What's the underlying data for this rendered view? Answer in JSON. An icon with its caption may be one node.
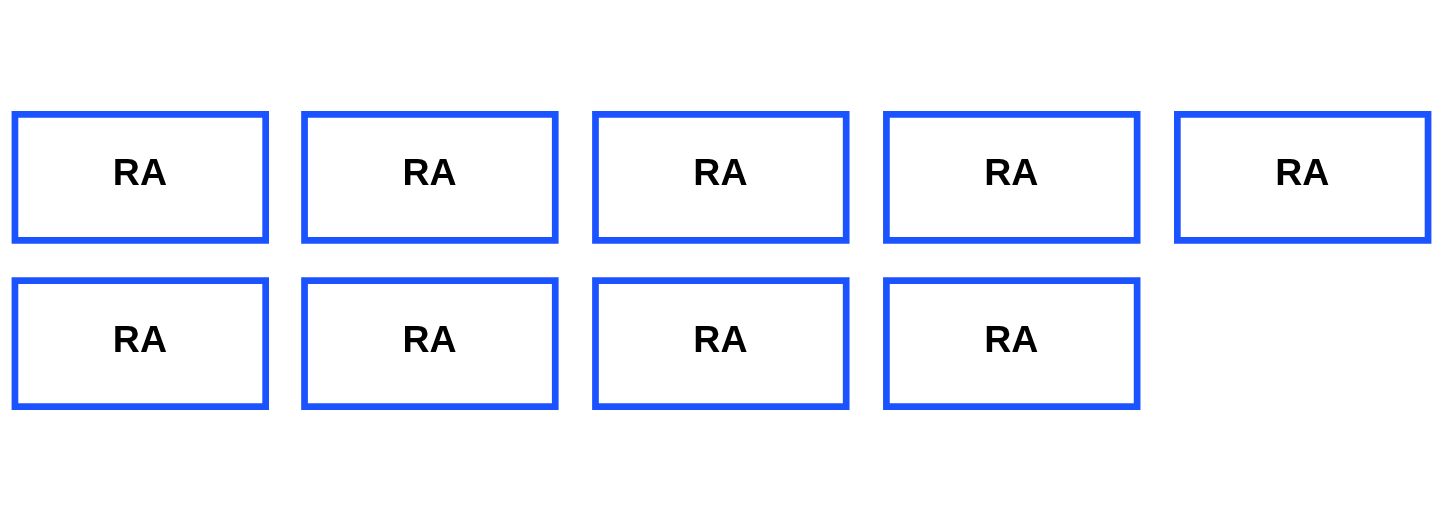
{
  "diagram": {
    "nodes": [
      {
        "text": [
          "RA"
        ]
      },
      {
        "text": [
          "RA"
        ]
      },
      {
        "text": [
          "RA"
        ]
      },
      {
        "text": [
          "RA"
        ]
      },
      {
        "text": [
          "RA"
        ]
      },
      {
        "text": [
          "RA"
        ]
      },
      {
        "text": [
          "RA"
        ]
      },
      {
        "text": [
          "RA"
        ]
      },
      {
        "text": [
          "RA"
        ]
      }
    ],
    "edges": []
  }
}
